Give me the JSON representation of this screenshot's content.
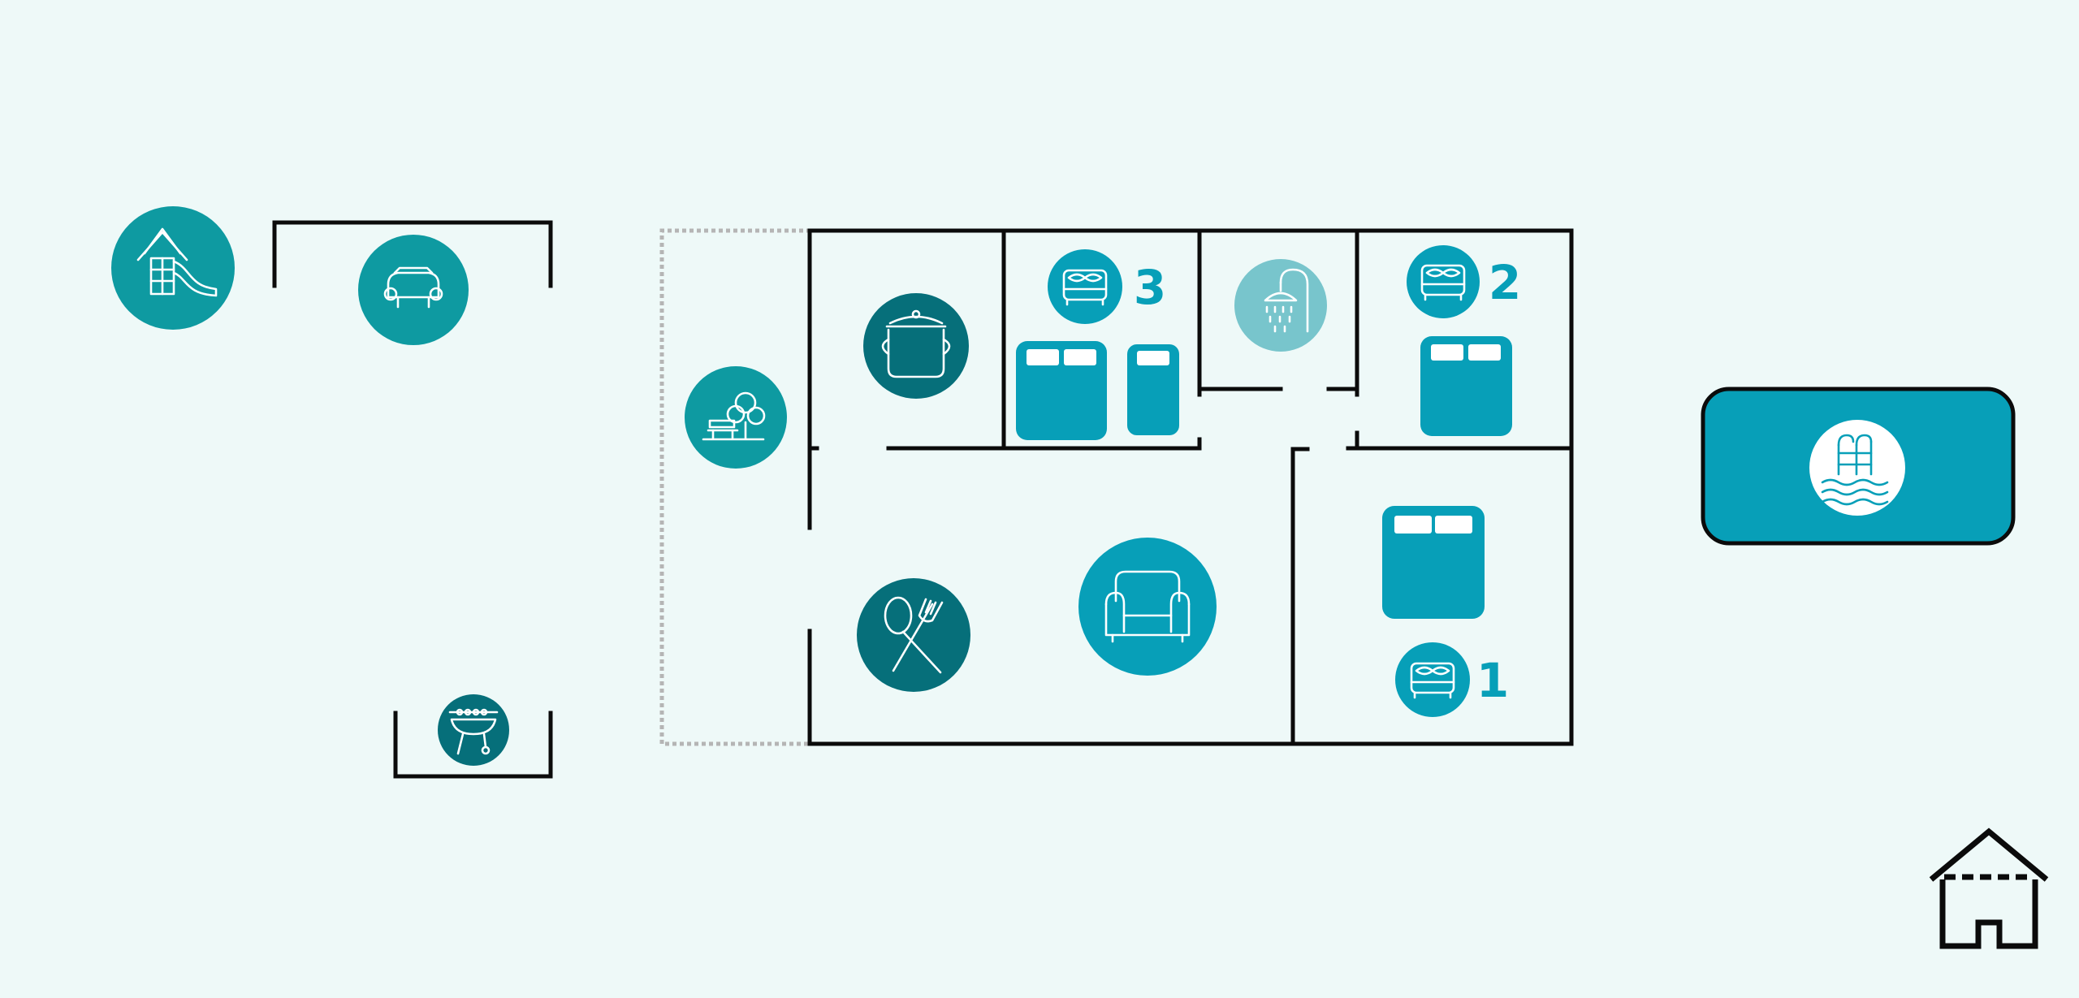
{
  "floorplan": {
    "bedroom_numbers": {
      "bedroom_1": "1",
      "bedroom_2": "2",
      "bedroom_3": "3"
    },
    "icons": {
      "playground": "playhouse-slide-icon",
      "parking": "car-icon",
      "bbq": "grill-icon",
      "garden": "tree-bench-icon",
      "kitchen": "cooking-pot-icon",
      "dining": "spoon-fork-icon",
      "living": "armchair-icon",
      "bathroom": "shower-icon",
      "bedroom": "bed-icon",
      "pool": "pool-ladder-icon",
      "home": "house-icon"
    },
    "colors": {
      "background": "#eef9f8",
      "teal": "#079fb8",
      "teal_mid": "#0e9aa1",
      "teal_dark": "#066f7a",
      "teal_light": "#78c5cc",
      "walls": "#0b0b0b"
    }
  }
}
